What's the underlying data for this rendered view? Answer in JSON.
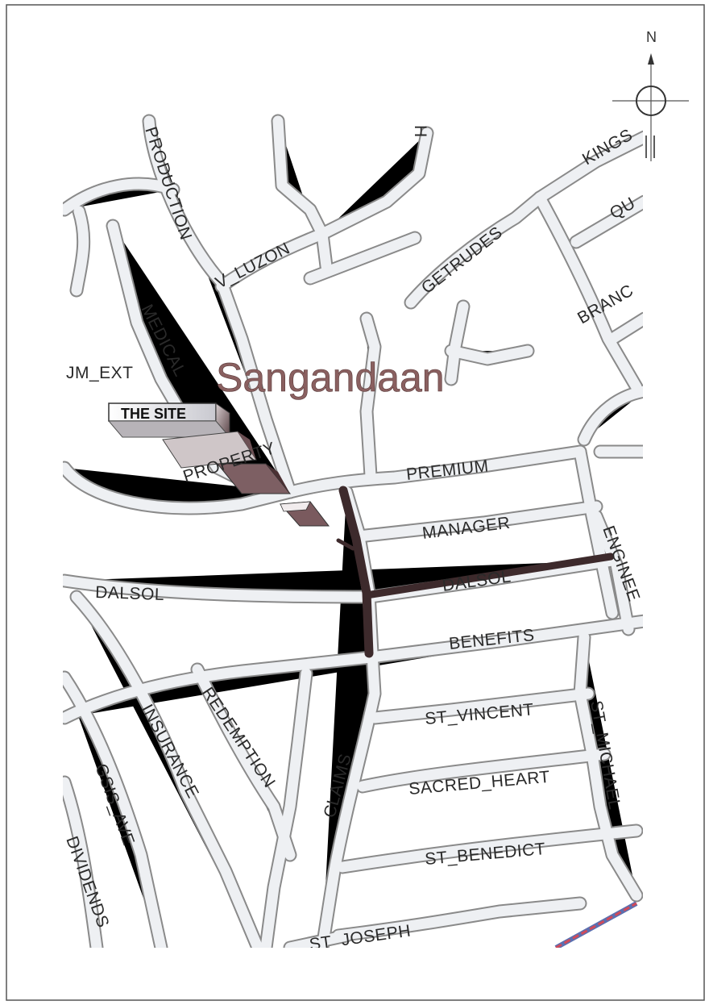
{
  "map": {
    "district": "Sangandaan",
    "site_label": "THE SITE",
    "compass_north": "N",
    "colors": {
      "road_fill": "#eef0f3",
      "road_casing": "#8a8a8a",
      "highlight_route": "#3d2a2c",
      "district_text": "#8a6060",
      "rail": "#d04a5a"
    },
    "streets": {
      "production": "PRODUCTION",
      "v_luzon": "V_LUZON",
      "medical": "MEDICAL",
      "jm_ext": "JM_EXT",
      "getrudes": "GETRUDES",
      "kings": "KINGS",
      "qu": "QU",
      "branca": "BRANC",
      "property": "PROPERTY",
      "premium": "PREMIUM",
      "manager": "MANAGER",
      "dalsol_west": "DALSOL",
      "dalsol_east": "DALSOL",
      "engineer": "ENGINEE",
      "benefits": "BENEFITS",
      "insurance": "INSURANCE",
      "redemption": "REDEMPTION",
      "gsis_ave": "GSIS_AVE",
      "dividends": "DIVIDENDS",
      "claims": "CLAIMS",
      "st_vincent": "ST_VINCENT",
      "sacred_heart": "SACRED_HEART",
      "st_michael": "ST_MICHAEL",
      "st_benedict": "ST_BENEDICT",
      "st_joseph": "ST_JOSEPH",
      "h_street": "H"
    }
  }
}
